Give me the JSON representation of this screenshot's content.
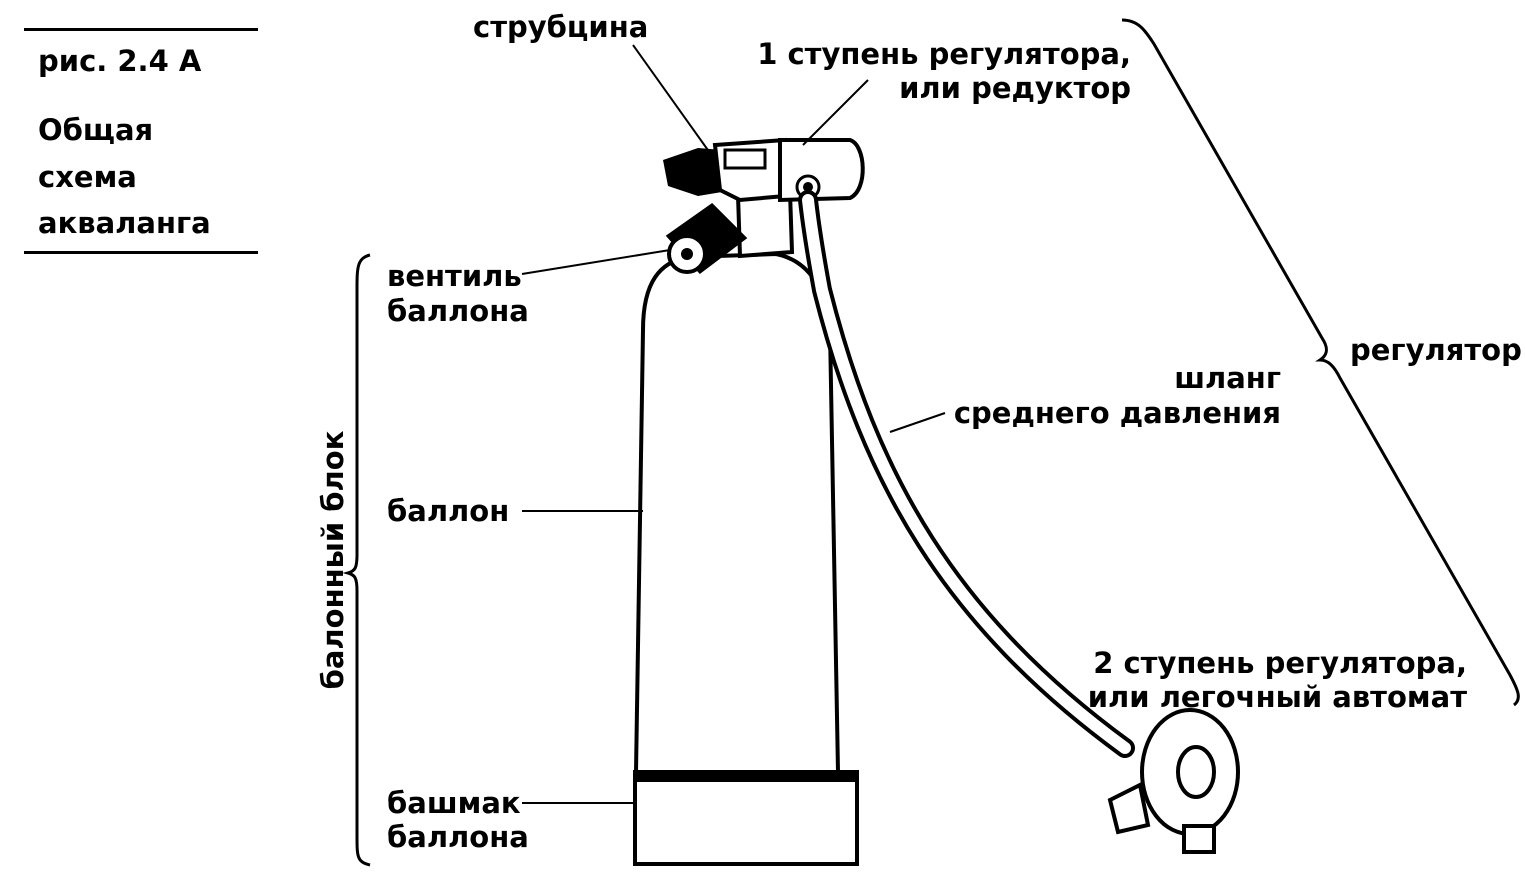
{
  "caption": {
    "figure_number": "рис. 2.4 А",
    "title_lines": [
      "Общая",
      "схема",
      "акваланга"
    ]
  },
  "labels": {
    "clamp": "струбцина",
    "first_stage": [
      "1 ступень регулятора,",
      "или редуктор"
    ],
    "valve": [
      "вентиль",
      "баллона"
    ],
    "cylinder": "баллон",
    "boot": [
      "башмак",
      "баллона"
    ],
    "hose": [
      "шланг",
      "среднего давления"
    ],
    "second_stage": [
      "2 ступень регулятора,",
      "или легочный автомат"
    ],
    "regulator": "регулятор",
    "cylinder_unit": "балонный блок"
  }
}
